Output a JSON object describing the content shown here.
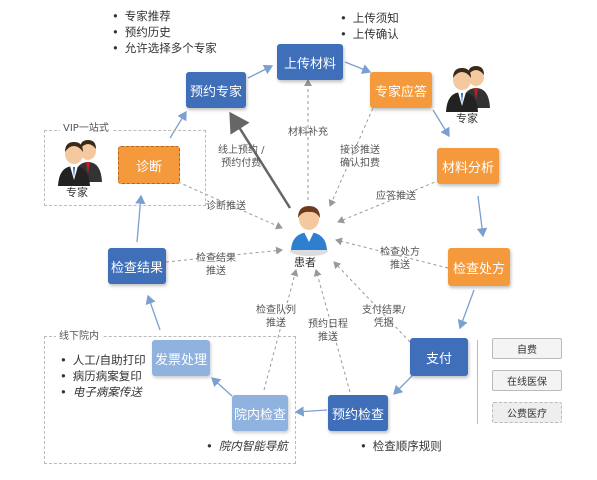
{
  "center": {
    "label": "患者"
  },
  "nodes": {
    "booking": "预约专家",
    "upload": "上传材料",
    "expert_reply": "专家应答",
    "analysis": "材料分析",
    "prescription": "检查处方",
    "payment": "支付",
    "scheduled_check": "预约检查",
    "hospital_check": "院内检查",
    "invoice": "发票处理",
    "results": "检查结果",
    "diagnosis": "诊断"
  },
  "notes": {
    "booking": [
      "专家推荐",
      "预约历史",
      "允许选择多个专家"
    ],
    "upload": [
      "上传须知",
      "上传确认"
    ],
    "invoice": [
      "人工/自助打印",
      "病历病案复印",
      "电子病案传送"
    ],
    "hospital_check": "院内智能导航",
    "scheduled_check": "检查顺序规则"
  },
  "edge_labels": {
    "online_booking": "线上预约 /\n预约付费",
    "supplement": "材料补充",
    "consult_confirm": "接诊推送\n确认扣费",
    "reply_push": "应答推送",
    "rx_push": "检查处方\n推送",
    "pay_result": "支付结果/\n凭据",
    "schedule_push": "预约日程\n推送",
    "queue_push": "检查队列\n推送",
    "result_push": "检查结果\n推送",
    "diag_push": "诊断推送"
  },
  "groups": {
    "vip": "VIP一站式",
    "offline": "线下院内"
  },
  "expert_label": "专家",
  "payment_options": [
    "自费",
    "在线医保",
    "公费医疗"
  ],
  "colors": {
    "blue": "#3f6fb8",
    "light_blue": "#8fb2de",
    "orange": "#f59a3c"
  }
}
